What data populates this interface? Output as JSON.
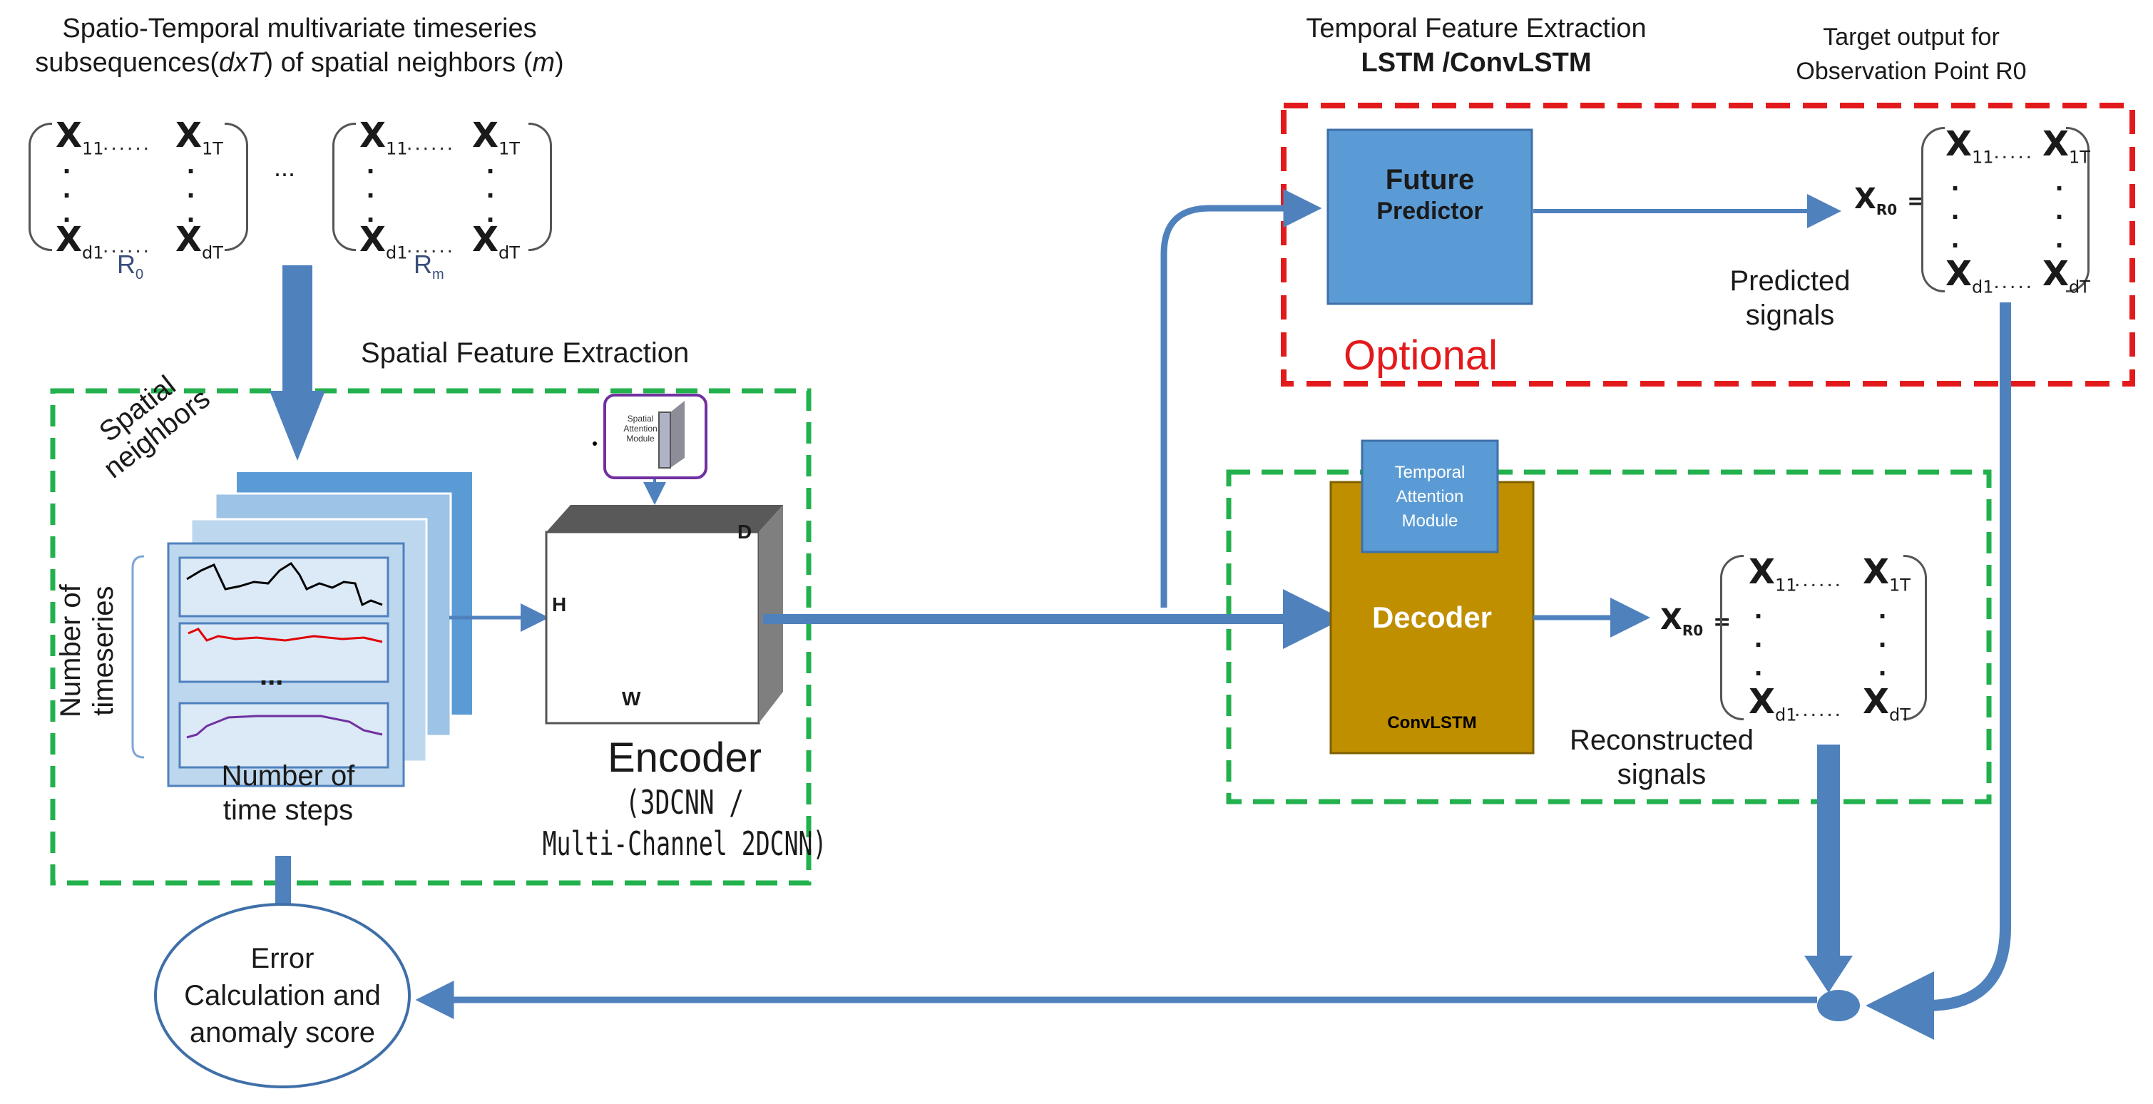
{
  "input": {
    "title_line1": "Spatio-Temporal multivariate timeseries",
    "title_line2_pre": "subsequences(",
    "title_line2_em1": "dxT",
    "title_line2_mid": ") of spatial neighbors (",
    "title_line2_em2": "m",
    "title_line2_post": ")",
    "ellipsis": "...",
    "matrix_r0_label": "R",
    "matrix_r0_sub": "0",
    "matrix_rm_label": "R",
    "matrix_rm_sub": "m"
  },
  "matrix": {
    "x": "X",
    "s11": "11",
    "s1T": "1T",
    "sd1": "d1",
    "sdT": "dT",
    "dots_h": "......",
    "dot_v": "."
  },
  "spatial": {
    "title": "Spatial Feature Extraction",
    "neighbors_line1": "Spatial",
    "neighbors_line2": "neighbors",
    "num_ts_line1": "Number of",
    "num_ts_line2": "timeseries",
    "stack_ellipsis": "...",
    "time_steps_line1": "Number of",
    "time_steps_line2": "time steps",
    "attention_line1": "Spatial",
    "attention_line2": "Attention",
    "attention_line3": "Module",
    "cube_h": "H",
    "cube_w": "W",
    "cube_d": "D",
    "encoder_title": "Encoder",
    "encoder_line2": "(3DCNN /",
    "encoder_line3": "Multi-Channel 2DCNN)"
  },
  "temporal": {
    "title_line1": "Temporal Feature Extraction",
    "title_line2": "LSTM /ConvLSTM",
    "target_line1": "Target output for",
    "target_line2": "Observation Point R0",
    "future_line1": "Future",
    "future_line2": "Predictor",
    "optional": "Optional",
    "xr0_label": "X",
    "xr0_sub": "R0",
    "equals": "=",
    "predicted_line1": "Predicted",
    "predicted_line2": "signals",
    "temporal_att_line1": "Temporal",
    "temporal_att_line2": "Attention",
    "temporal_att_line3": "Module",
    "decoder": "Decoder",
    "decoder_sub": "ConvLSTM",
    "reconstructed_line1": "Reconstructed",
    "reconstructed_line2": "signals"
  },
  "error": {
    "line1": "Error",
    "line2": "Calculation and",
    "line3": "anomaly score"
  },
  "colors": {
    "arrow_blue": "#4f81bd",
    "box_blue": "#5b9bd5",
    "decoder_gold": "#bf8f00",
    "dash_green": "#22b14c",
    "dash_red": "#e31a1c",
    "attention_purple": "#7030a0"
  }
}
